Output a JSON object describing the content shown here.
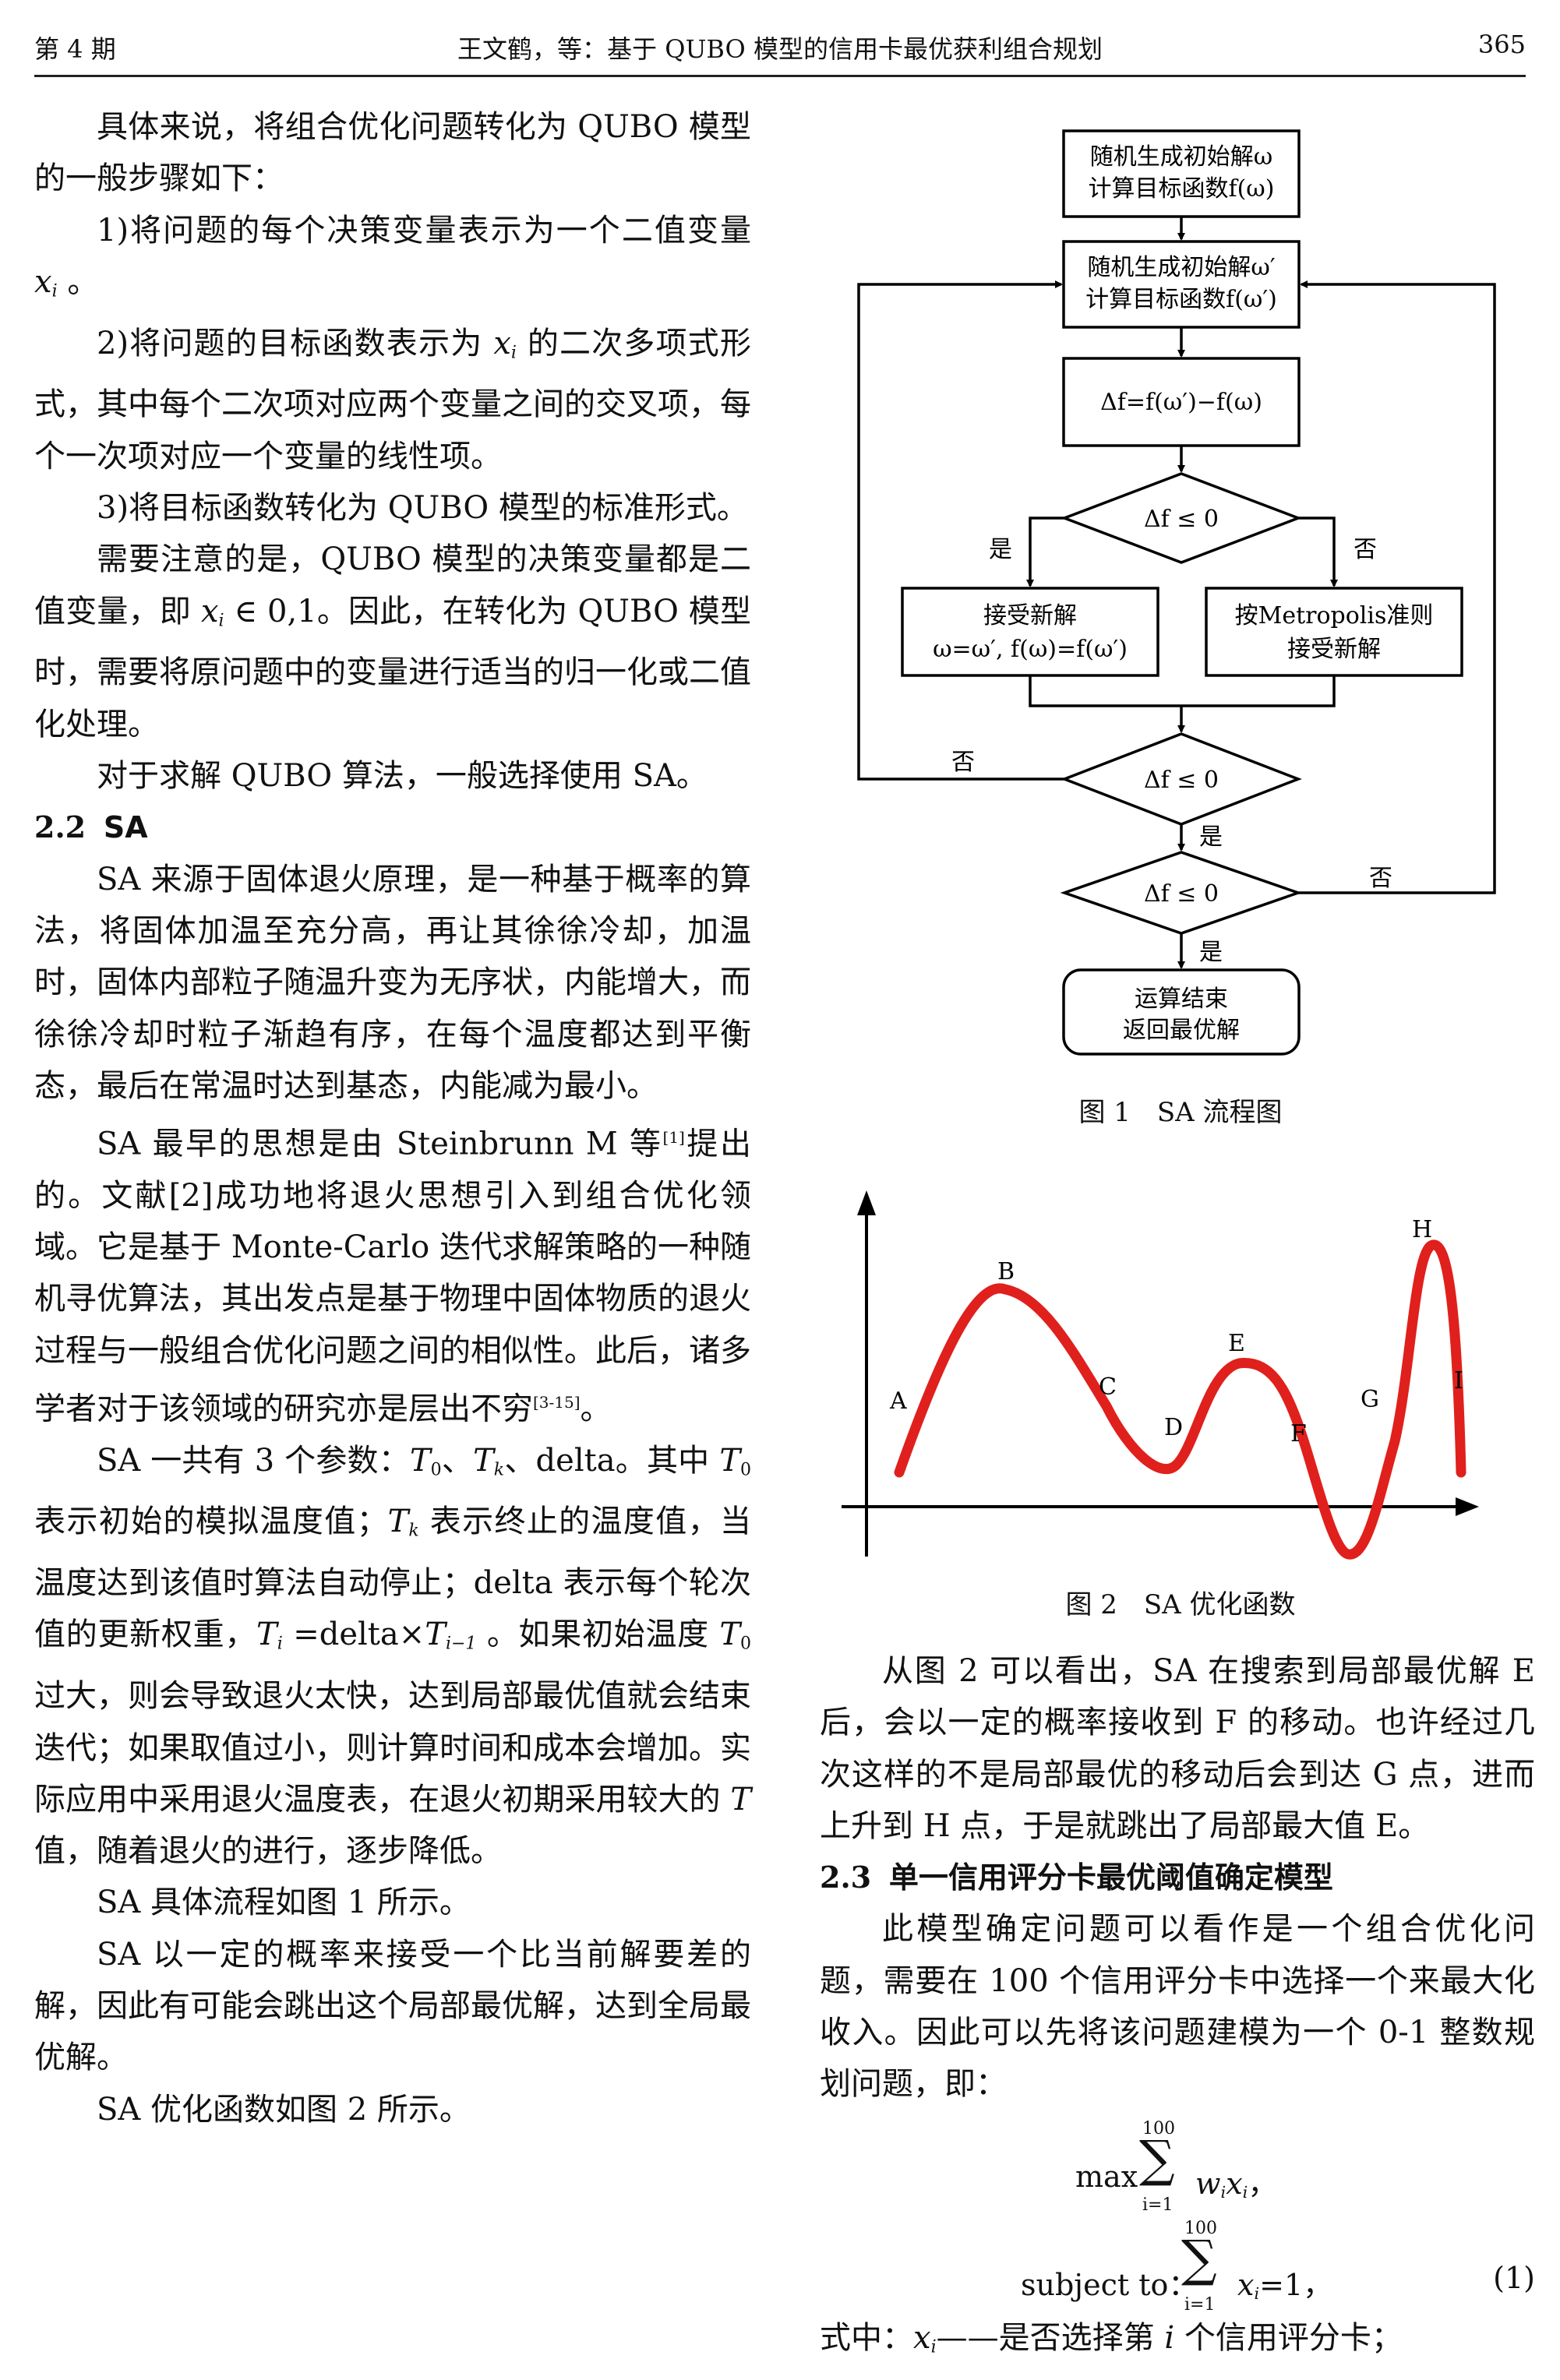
{
  "header": {
    "issue": "第 4 期",
    "title": "王文鹤，等：基于 QUBO 模型的信用卡最优获利组合规划",
    "page": "365"
  },
  "left": {
    "p1": "具体来说，将组合优化问题转化为 QUBO 模型的一般步骤如下：",
    "p2a": "1)将问题的每个决策变量表示为一个二值变量 ",
    "p2v": "x",
    "p2s": "i",
    "p2b": " 。",
    "p3a": "2)将问题的目标函数表示为 ",
    "p3v": "x",
    "p3s": "i",
    "p3b": " 的二次多项式形式，其中每个二次项对应两个变量之间的交叉项，每个一次项对应一个变量的线性项。",
    "p4": "3)将目标函数转化为 QUBO 模型的标准形式。",
    "p5a": "需要注意的是，QUBO 模型的决策变量都是二值变量，即 ",
    "p5v": "x",
    "p5s": "i",
    "p5b": " ∈ 0,1。因此，在转化为 QUBO 模型时，需要将原问题中的变量进行适当的归一化或二值化处理。",
    "p6": "对于求解 QUBO 算法，一般选择使用 SA。",
    "h22num": "2.2",
    "h22": "SA",
    "p7": "SA 来源于固体退火原理，是一种基于概率的算法，将固体加温至充分高，再让其徐徐冷却，加温时，固体内部粒子随温升变为无序状，内能增大，而徐徐冷却时粒子渐趋有序，在每个温度都达到平衡态，最后在常温时达到基态，内能减为最小。",
    "p8a": "SA 最早的思想是由 Steinbrunn M 等",
    "p8ref": "[1]",
    "p8b": "提出的。文献[2]成功地将退火思想引入到组合优化领域。它是基于 Monte-Carlo 迭代求解策略的一种随机寻优算法，其出发点是基于物理中固体物质的退火过程与一般组合优化问题之间的相似性。此后，诸多学者对于该领域的研究亦是层出不穷",
    "p8ref2": "[3-15]",
    "p8c": "。",
    "p9a": "SA 一共有 3 个参数：",
    "p9b": "、delta。其中 ",
    "p9c": " 表示初始的模拟温度值；",
    "p9d": " 表示终止的温度值，当温度达到该值时算法自动停止；delta 表示每个轮次值的更新权重，",
    "p9e": " =delta×",
    "p9f": " 。如果初始温度 ",
    "p9g": " 过大，则会导致退火太快，达到局部最优值就会结束迭代；如果取值过小，则计算时间和成本会增加。实际应用中采用退火温度表，在退火初期采用较大的 ",
    "p9h": " 值，随着退火的进行，逐步降低。",
    "T": "T",
    "s0": "0",
    "sk": "k",
    "si": "i",
    "si1": "i−1",
    "sep": "、",
    "p10": "SA 具体流程如图 1 所示。",
    "p11": "SA 以一定的概率来接受一个比当前解要差的解，因此有可能会跳出这个局部最优解，达到全局最优解。",
    "p12": "SA 优化函数如图 2 所示。"
  },
  "flow": {
    "b1a": "随机生成初始解ω",
    "b1b": "计算目标函数f(ω)",
    "b2a": "随机生成初始解ω′",
    "b2b": "计算目标函数f(ω′)",
    "b3": "Δf=f(ω′)−f(ω)",
    "d1": "Δf ≤ 0",
    "yes1": "是",
    "no1": "否",
    "b4a": "接受新解",
    "b4b": "ω=ω′, f(ω)=f(ω′)",
    "b5a": "按Metropolis准则",
    "b5b": "接受新解",
    "d2": "Δf ≤ 0",
    "no2": "否",
    "yes2": "是",
    "d3": "Δf ≤ 0",
    "no3": "否",
    "yes3": "是",
    "b6a": "运算结束",
    "b6b": "返回最优解"
  },
  "fig1_caption": "图 1　SA 流程图",
  "fig2": {
    "labels": [
      "A",
      "B",
      "C",
      "D",
      "E",
      "F",
      "G",
      "H",
      "I"
    ],
    "curve_color": "#e0201c"
  },
  "fig2_caption": "图 2　SA 优化函数",
  "right": {
    "p1": "从图 2 可以看出，SA 在搜索到局部最优解 E 后，会以一定的概率接收到 F 的移动。也许经过几次这样的不是局部最优的移动后会到达 G 点，进而上升到 H 点，于是就跳出了局部最大值 E。",
    "h23num": "2.3",
    "h23": "单一信用评分卡最优阈值确定模型",
    "p2": "此模型确定问题可以看作是一个组合优化问题，需要在 100 个信用评分卡中选择一个来最大化收入。因此可以先将该问题建模为一个 0-1 整数规划问题，即："
  },
  "equation": {
    "max": "max",
    "upper": "100",
    "lower": "i=1",
    "sigma": "∑",
    "w": "w",
    "x": "x",
    "i": "i",
    "comma": "，",
    "subject": "subject to：",
    "eq1": "=1，",
    "number": "(1)"
  },
  "where": {
    "lead": "式中：",
    "v": "x",
    "s": "i",
    "dash": "——是否选择第 ",
    "iv": "i",
    "tail": " 个信用评分卡；"
  }
}
